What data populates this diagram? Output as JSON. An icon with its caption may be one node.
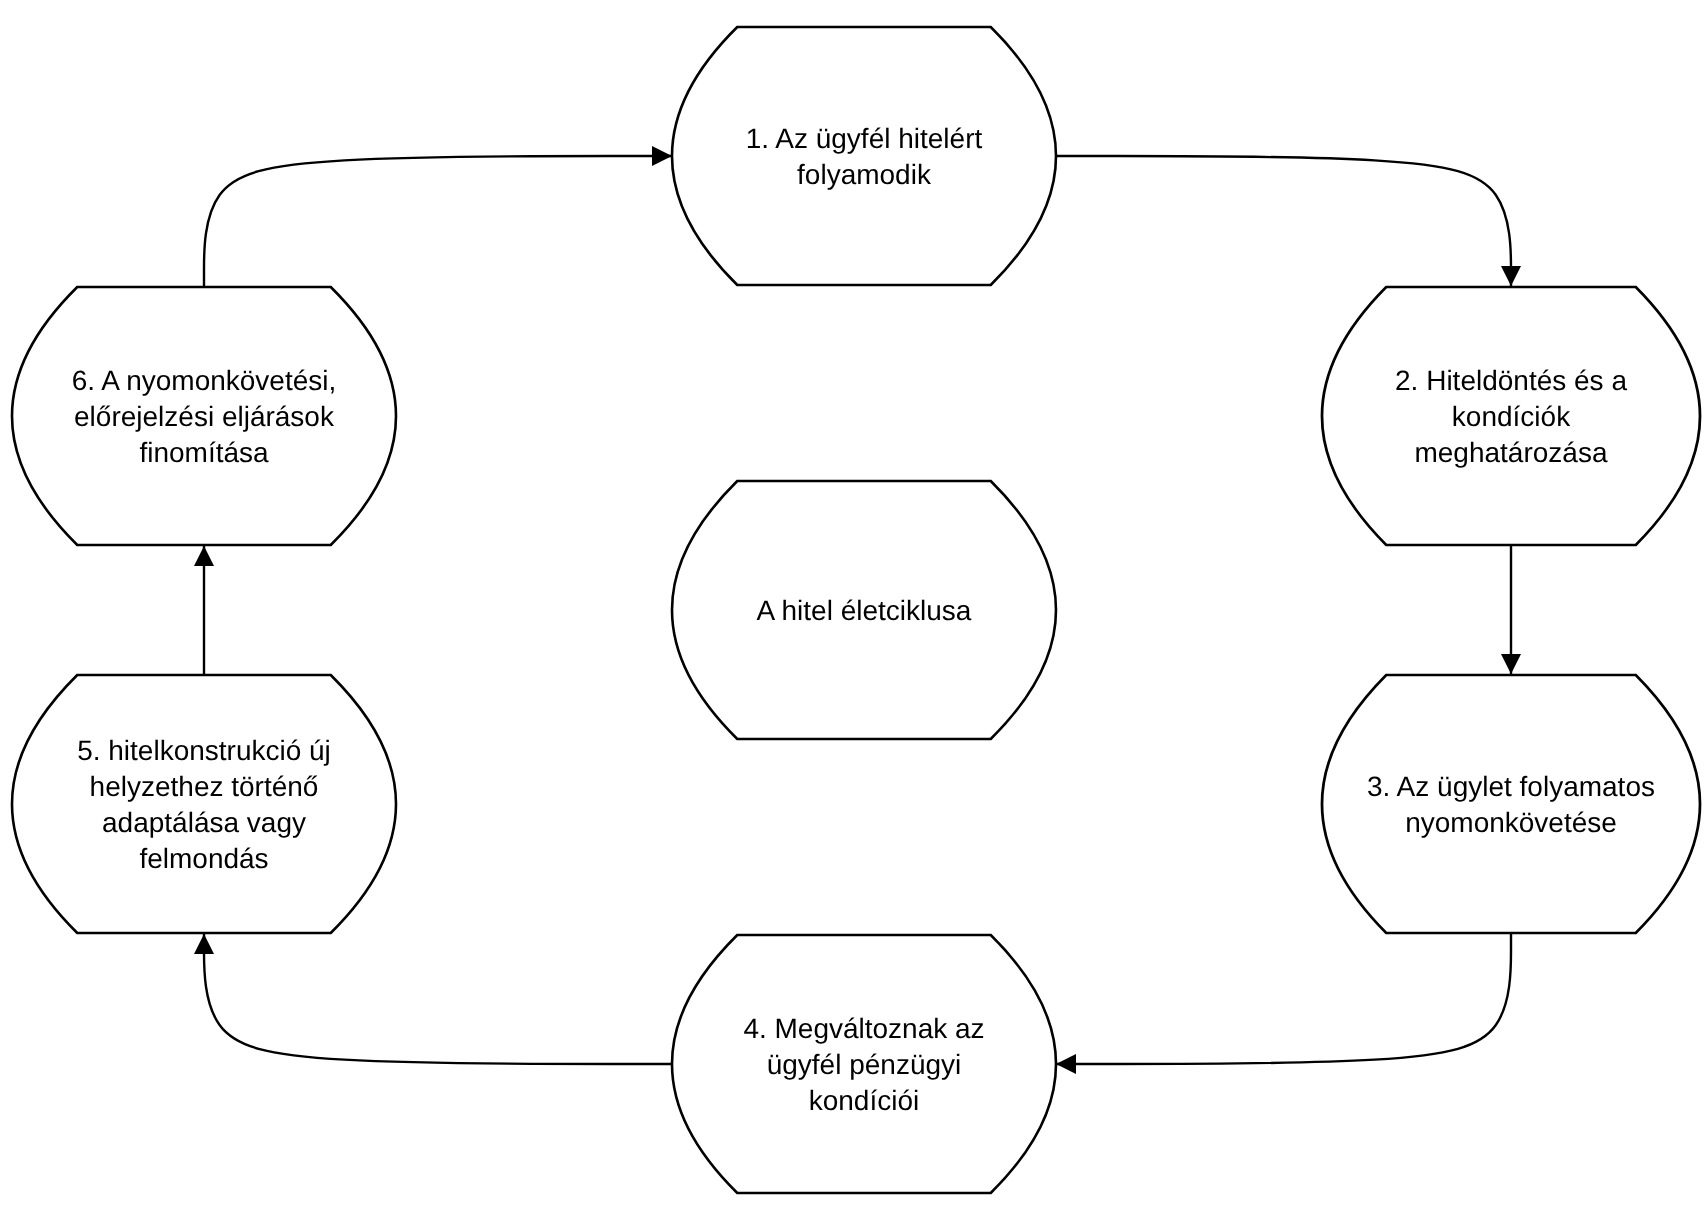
{
  "diagram": {
    "nodes": [
      {
        "text": [
          "1. Az ügyfél hitelért folyamodik"
        ]
      },
      {
        "text": [
          "2. Hiteldöntés és a kondíciók meghatározása"
        ]
      },
      {
        "text": [
          "3. Az ügylet folyamatos nyomonkövetése"
        ]
      },
      {
        "text": [
          "4. Megváltoznak az ügyfél pénzügyi kondíciói"
        ]
      },
      {
        "text": [
          "5. hitelkonstrukció új helyzethez történő adaptálása vagy felmondás"
        ]
      },
      {
        "text": [
          "6. A nyomonkövetési, előrejelzési eljárások finomítása"
        ]
      },
      {
        "text": [
          "A hitel életciklusa"
        ]
      }
    ],
    "edges": [
      {
        "from": 5,
        "to": 0,
        "arrow": "to"
      },
      {
        "from": 0,
        "to": 1,
        "arrow": "to"
      },
      {
        "from": 1,
        "to": 2,
        "arrow": "to"
      },
      {
        "from": 2,
        "to": 3,
        "arrow": "to"
      },
      {
        "from": 3,
        "to": 4,
        "arrow": "to"
      },
      {
        "from": 4,
        "to": 5,
        "arrow": "to"
      }
    ]
  }
}
